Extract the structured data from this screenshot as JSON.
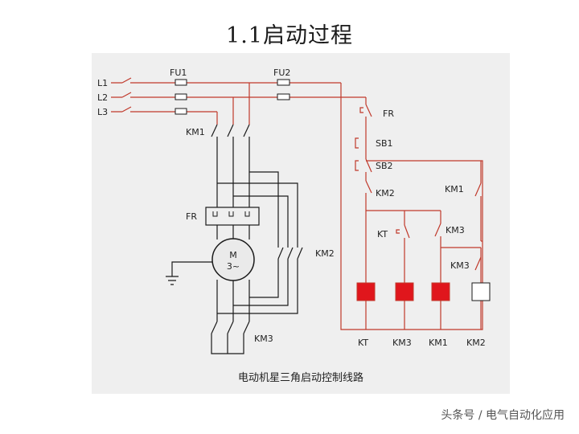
{
  "title": "1.1启动过程",
  "caption": "电动机星三角启动控制线路",
  "watermark": "头条号 / 电气自动化应用",
  "labels": {
    "l1": "L1",
    "l2": "L2",
    "l3": "L3",
    "fu1": "FU1",
    "fu2": "FU2",
    "km1_main": "KM1",
    "fr_main": "FR",
    "motor_m": "M",
    "motor_phase": "3~",
    "km2_main": "KM2",
    "km3_main": "KM3",
    "fr_ctrl": "FR",
    "sb1": "SB1",
    "sb2": "SB2",
    "km2_interlock": "KM2",
    "km1_hold": "KM1",
    "kt_contact": "KT",
    "km3_nc": "KM3",
    "km3_no": "KM3",
    "coil_kt": "KT",
    "coil_km3": "KM3",
    "coil_km1": "KM1",
    "coil_km2": "KM2"
  },
  "colors": {
    "power_wire": "#c0392b",
    "motor_wire": "#1a1a1a",
    "energized_coil": "#e0161c",
    "idle_coil": "#ffffff",
    "motor_fill": "#eaeaea"
  },
  "coils": [
    {
      "name": "KT",
      "energized": true
    },
    {
      "name": "KM3",
      "energized": true
    },
    {
      "name": "KM1",
      "energized": true
    },
    {
      "name": "KM2",
      "energized": false
    }
  ]
}
